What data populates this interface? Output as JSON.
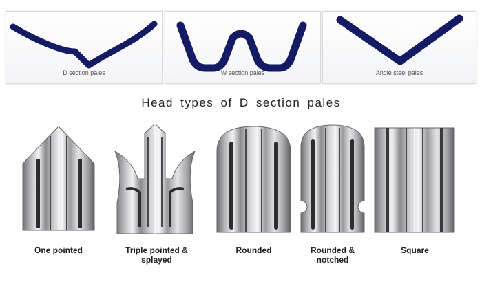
{
  "sections": [
    {
      "label": "D section pales"
    },
    {
      "label": "W section pales"
    },
    {
      "label": "Angle steel pales"
    }
  ],
  "heading": "Head types of D section pales",
  "heads": [
    {
      "label": "One pointed"
    },
    {
      "label": "Triple pointed & splayed"
    },
    {
      "label": "Rounded"
    },
    {
      "label": "Rounded & notched"
    },
    {
      "label": "Square"
    }
  ],
  "colors": {
    "profile_stroke": "#141a63",
    "steel_dark": "#7c7c80",
    "steel_light": "#e9e9ec"
  }
}
